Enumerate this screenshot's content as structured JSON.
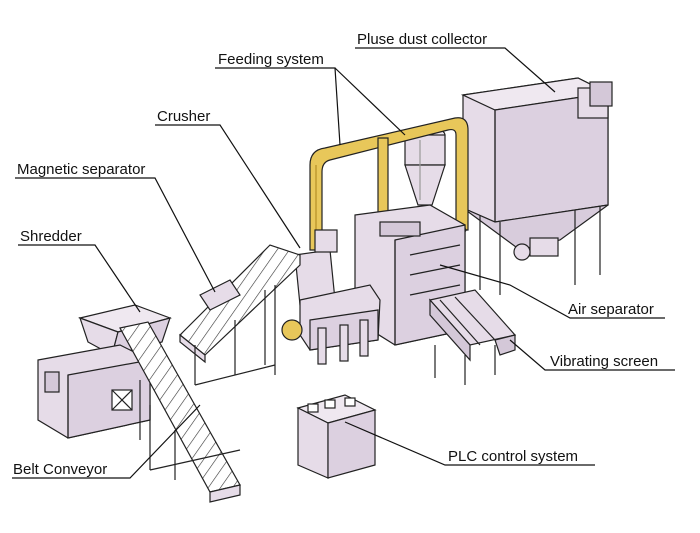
{
  "labels": {
    "pulse_dust_collector": "Pluse dust collector",
    "feeding_system": "Feeding system",
    "crusher": "Crusher",
    "magnetic_separator": "Magnetic separator",
    "shredder": "Shredder",
    "air_separator": "Air separator",
    "vibrating_screen": "Vibrating screen",
    "plc_control_system": "PLC control system",
    "belt_conveyor": "Belt Conveyor"
  },
  "colors": {
    "machine_fill": "#e6dce8",
    "machine_fill_dark": "#d4c8d8",
    "pipe_fill": "#e8c75a",
    "pipe_shade": "#c9a53a",
    "line": "#222222",
    "leader": "#111111",
    "background": "#ffffff"
  }
}
